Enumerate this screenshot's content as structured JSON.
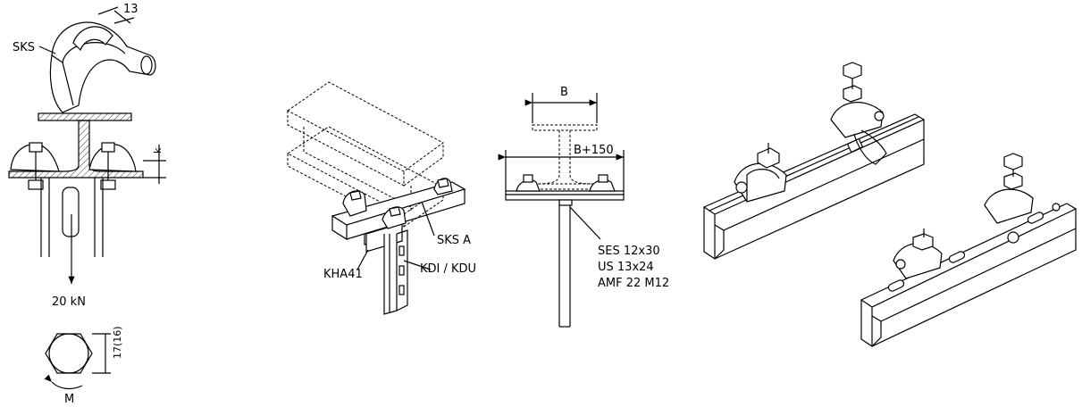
{
  "labels": {
    "sks": "SKS",
    "dim13": "13",
    "dim_k": "k",
    "load": "20 kN",
    "hex_dim": "17(16)",
    "moment": "M",
    "sks_a": "SKS A",
    "kha41": "KHA41",
    "kdi_kdu": "KDI / KDU",
    "dim_b": "B",
    "dim_b150": "B+150",
    "ses": "SES 12x30",
    "us": "US 13x24",
    "amf": "AMF 22 M12"
  }
}
